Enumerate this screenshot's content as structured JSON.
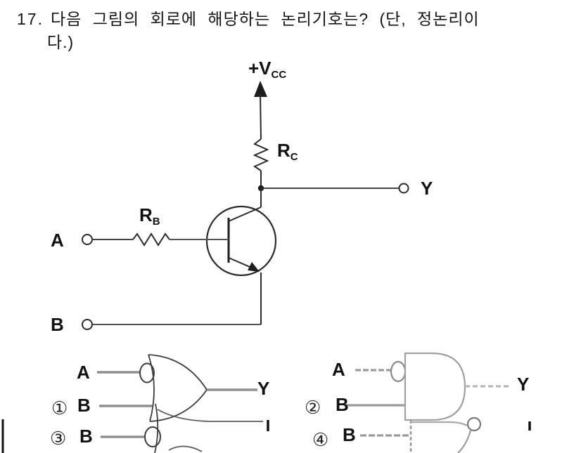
{
  "question": {
    "number": "17.",
    "line1": "다음 그림의 회로에 해당하는 논리기호는? (단, 정논리이",
    "line2": "다.)"
  },
  "circuit": {
    "supply_label": "+V",
    "supply_sub": "CC",
    "collector_resistor_label": "R",
    "collector_resistor_sub": "C",
    "base_resistor_label": "R",
    "base_resistor_sub": "B",
    "input_a": "A",
    "input_b": "B",
    "output": "Y",
    "transistor_type": "npn-bjt"
  },
  "options": [
    {
      "num": "①",
      "symbol": "or-gate-with-inverted-a-input",
      "input_a": "A",
      "input_b": "B",
      "output": "Y"
    },
    {
      "num": "②",
      "symbol": "and-gate-with-inverted-a-input",
      "input_a": "A",
      "input_b": "B",
      "output": "Y"
    },
    {
      "num": "③",
      "symbol": "gate-partially-cut-off-inverted-b-input",
      "input_b": "B"
    },
    {
      "num": "④",
      "symbol": "gate-partially-cut-off",
      "input_b": "B"
    }
  ],
  "colors": {
    "ink": "#111111",
    "line": "#2a2a2a",
    "faint_line": "#999999",
    "background": "#ffffff"
  }
}
